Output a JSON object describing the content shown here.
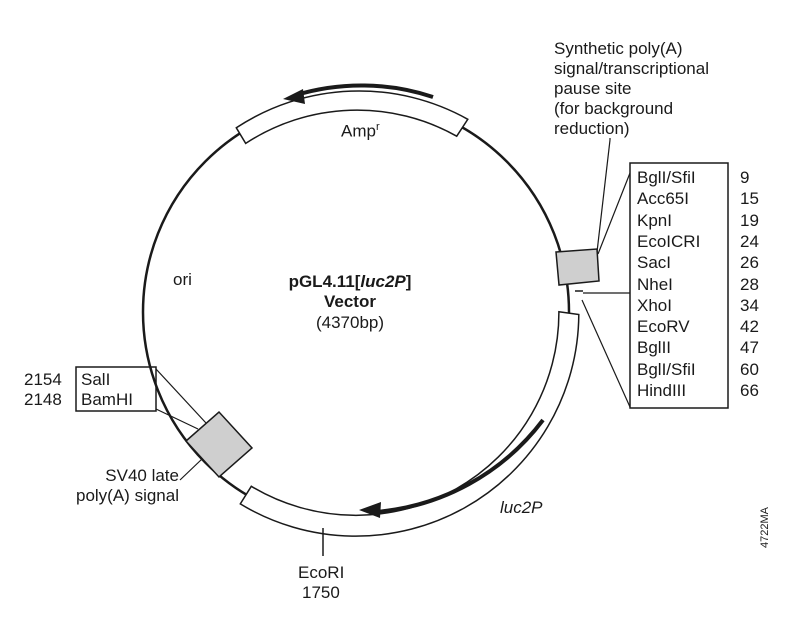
{
  "title": {
    "line1_prefix": "pGL4.11[",
    "line1_italic": "luc2P",
    "line1_suffix": "]",
    "line2": "Vector",
    "line3": "(4370bp)"
  },
  "features": {
    "amp": {
      "label": "Amp",
      "superscript": "r"
    },
    "ori": "ori",
    "luc2p": "luc2P",
    "sv40": [
      "SV40 late",
      "poly(A) signal"
    ],
    "synthetic_polya": [
      "Synthetic poly(A)",
      "signal/transcriptional",
      "pause site",
      "(for background",
      "reduction)"
    ],
    "ecori": [
      "EcoRI",
      "1750"
    ]
  },
  "left_sites": [
    {
      "position": "2154",
      "name": "SalI"
    },
    {
      "position": "2148",
      "name": "BamHI"
    }
  ],
  "mcs_sites": [
    {
      "name": "BglI/SfiI",
      "position": "9"
    },
    {
      "name": "Acc65I",
      "position": "15"
    },
    {
      "name": "KpnI",
      "position": "19"
    },
    {
      "name": "EcoICRI",
      "position": "24"
    },
    {
      "name": "SacI",
      "position": "26"
    },
    {
      "name": "NheI",
      "position": "28"
    },
    {
      "name": "XhoI",
      "position": "34"
    },
    {
      "name": "EcoRV",
      "position": "42"
    },
    {
      "name": "BglII",
      "position": "47"
    },
    {
      "name": "BglI/SfiI",
      "position": "60"
    },
    {
      "name": "HindIII",
      "position": "66"
    }
  ],
  "figure_code": "4722MA",
  "colors": {
    "line": "#1a1a1a",
    "box_fill": "#cfcfcf",
    "background": "#ffffff"
  }
}
